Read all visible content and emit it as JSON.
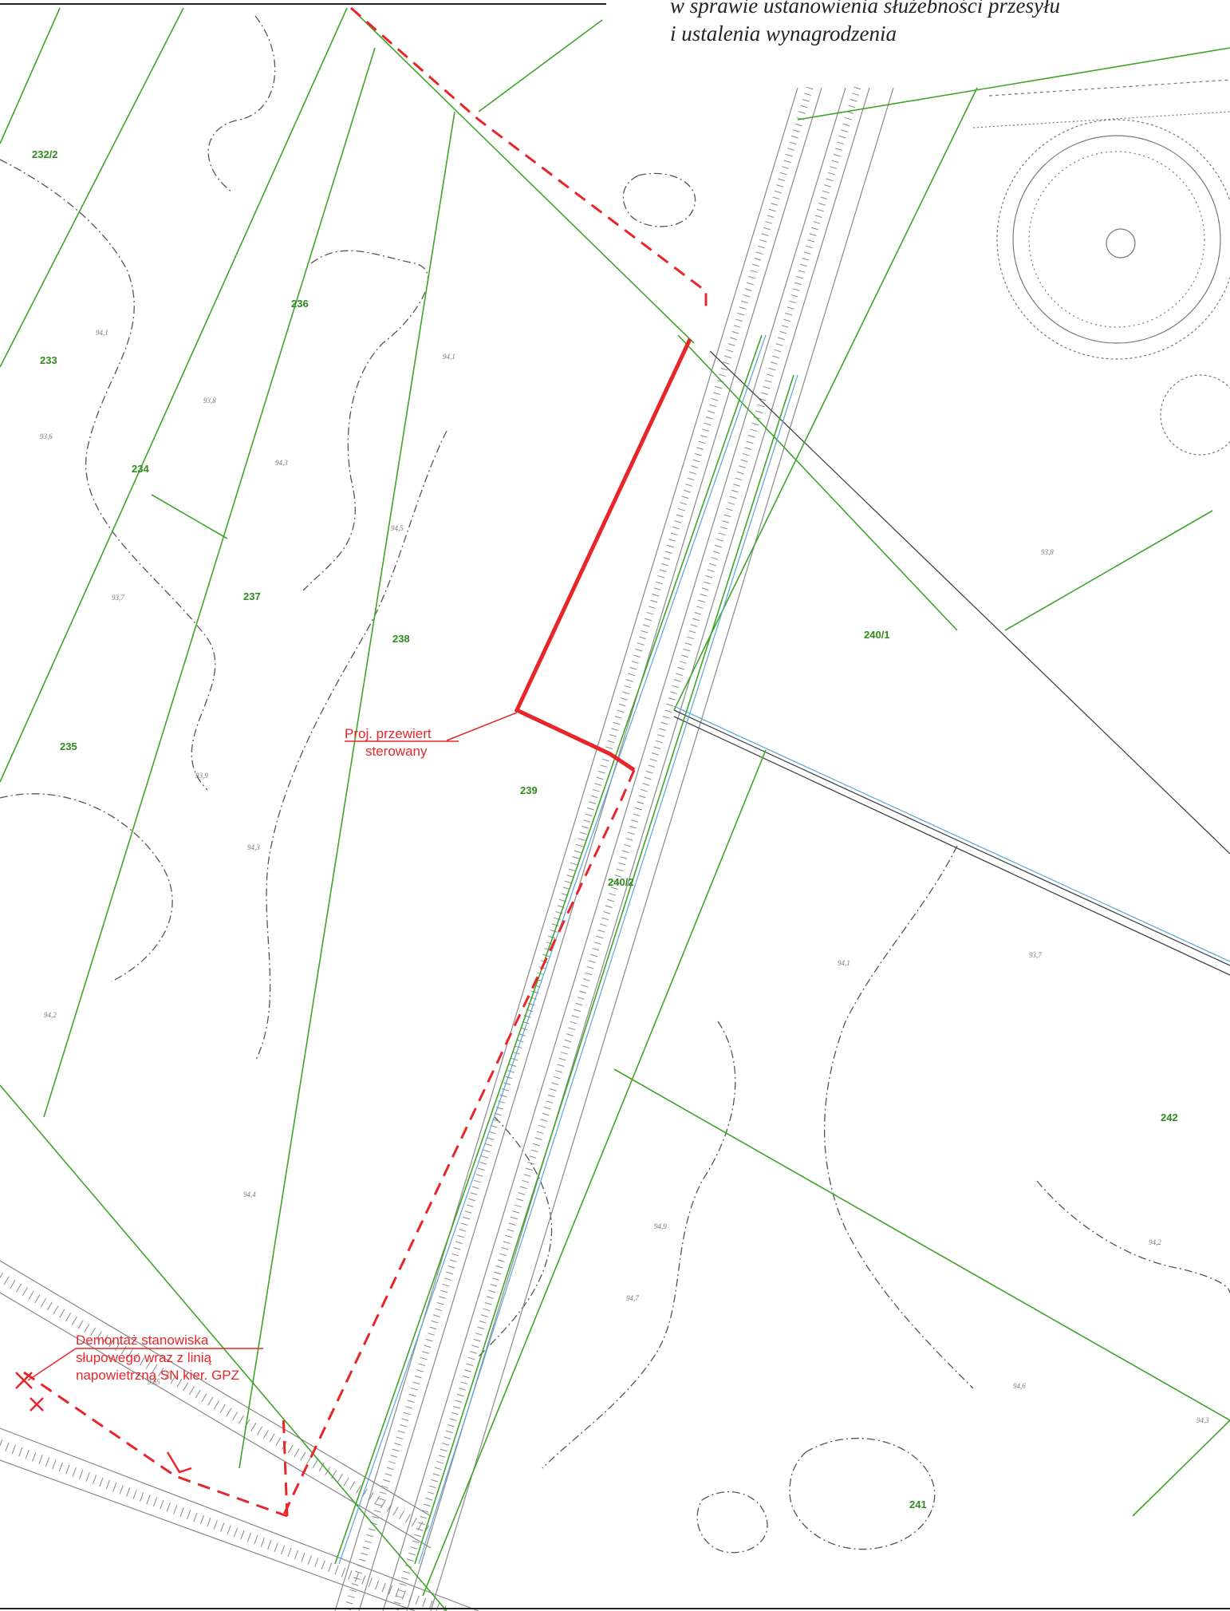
{
  "header": {
    "line1": "w sprawie ustanowienia służebności przesyłu",
    "line2": "i ustalenia wynagrodzenia"
  },
  "parcels": {
    "p232_2": "232/2",
    "p233": "233",
    "p234": "234",
    "p235": "235",
    "p236": "236",
    "p237": "237",
    "p238": "238",
    "p239": "239",
    "p240_1": "240/1",
    "p240_2": "240/2",
    "p241": "241",
    "p242": "242"
  },
  "annotations": {
    "drill_line1": "Proj. przewiert",
    "drill_line2": "sterowany",
    "demolition_line1": "Demontaż stanowiska",
    "demolition_line2": "słupowego wraz z linią",
    "demolition_line3": "napowietrzną SN kier. GPZ"
  },
  "elevations": {
    "e1": "94,1",
    "e2": "93,6",
    "e3": "93,8",
    "e4": "94,3",
    "e5": "94,2",
    "e6": "93,7",
    "e7": "94,5",
    "e8": "94,3",
    "e9": "93,9",
    "e10": "94,1",
    "e11": "94,7",
    "e12": "93,5",
    "e13": "94,4",
    "e14": "94,9",
    "e15": "94,1",
    "e16": "93,8",
    "e17": "94,6",
    "e18": "94,3",
    "e19": "94,2",
    "e20": "93,7"
  },
  "colors": {
    "boundary": "#3fa52a",
    "boundary_blue": "#5aa7d6",
    "red": "#e8262a",
    "contour": "#555555",
    "rail": "#8a8a8a"
  }
}
